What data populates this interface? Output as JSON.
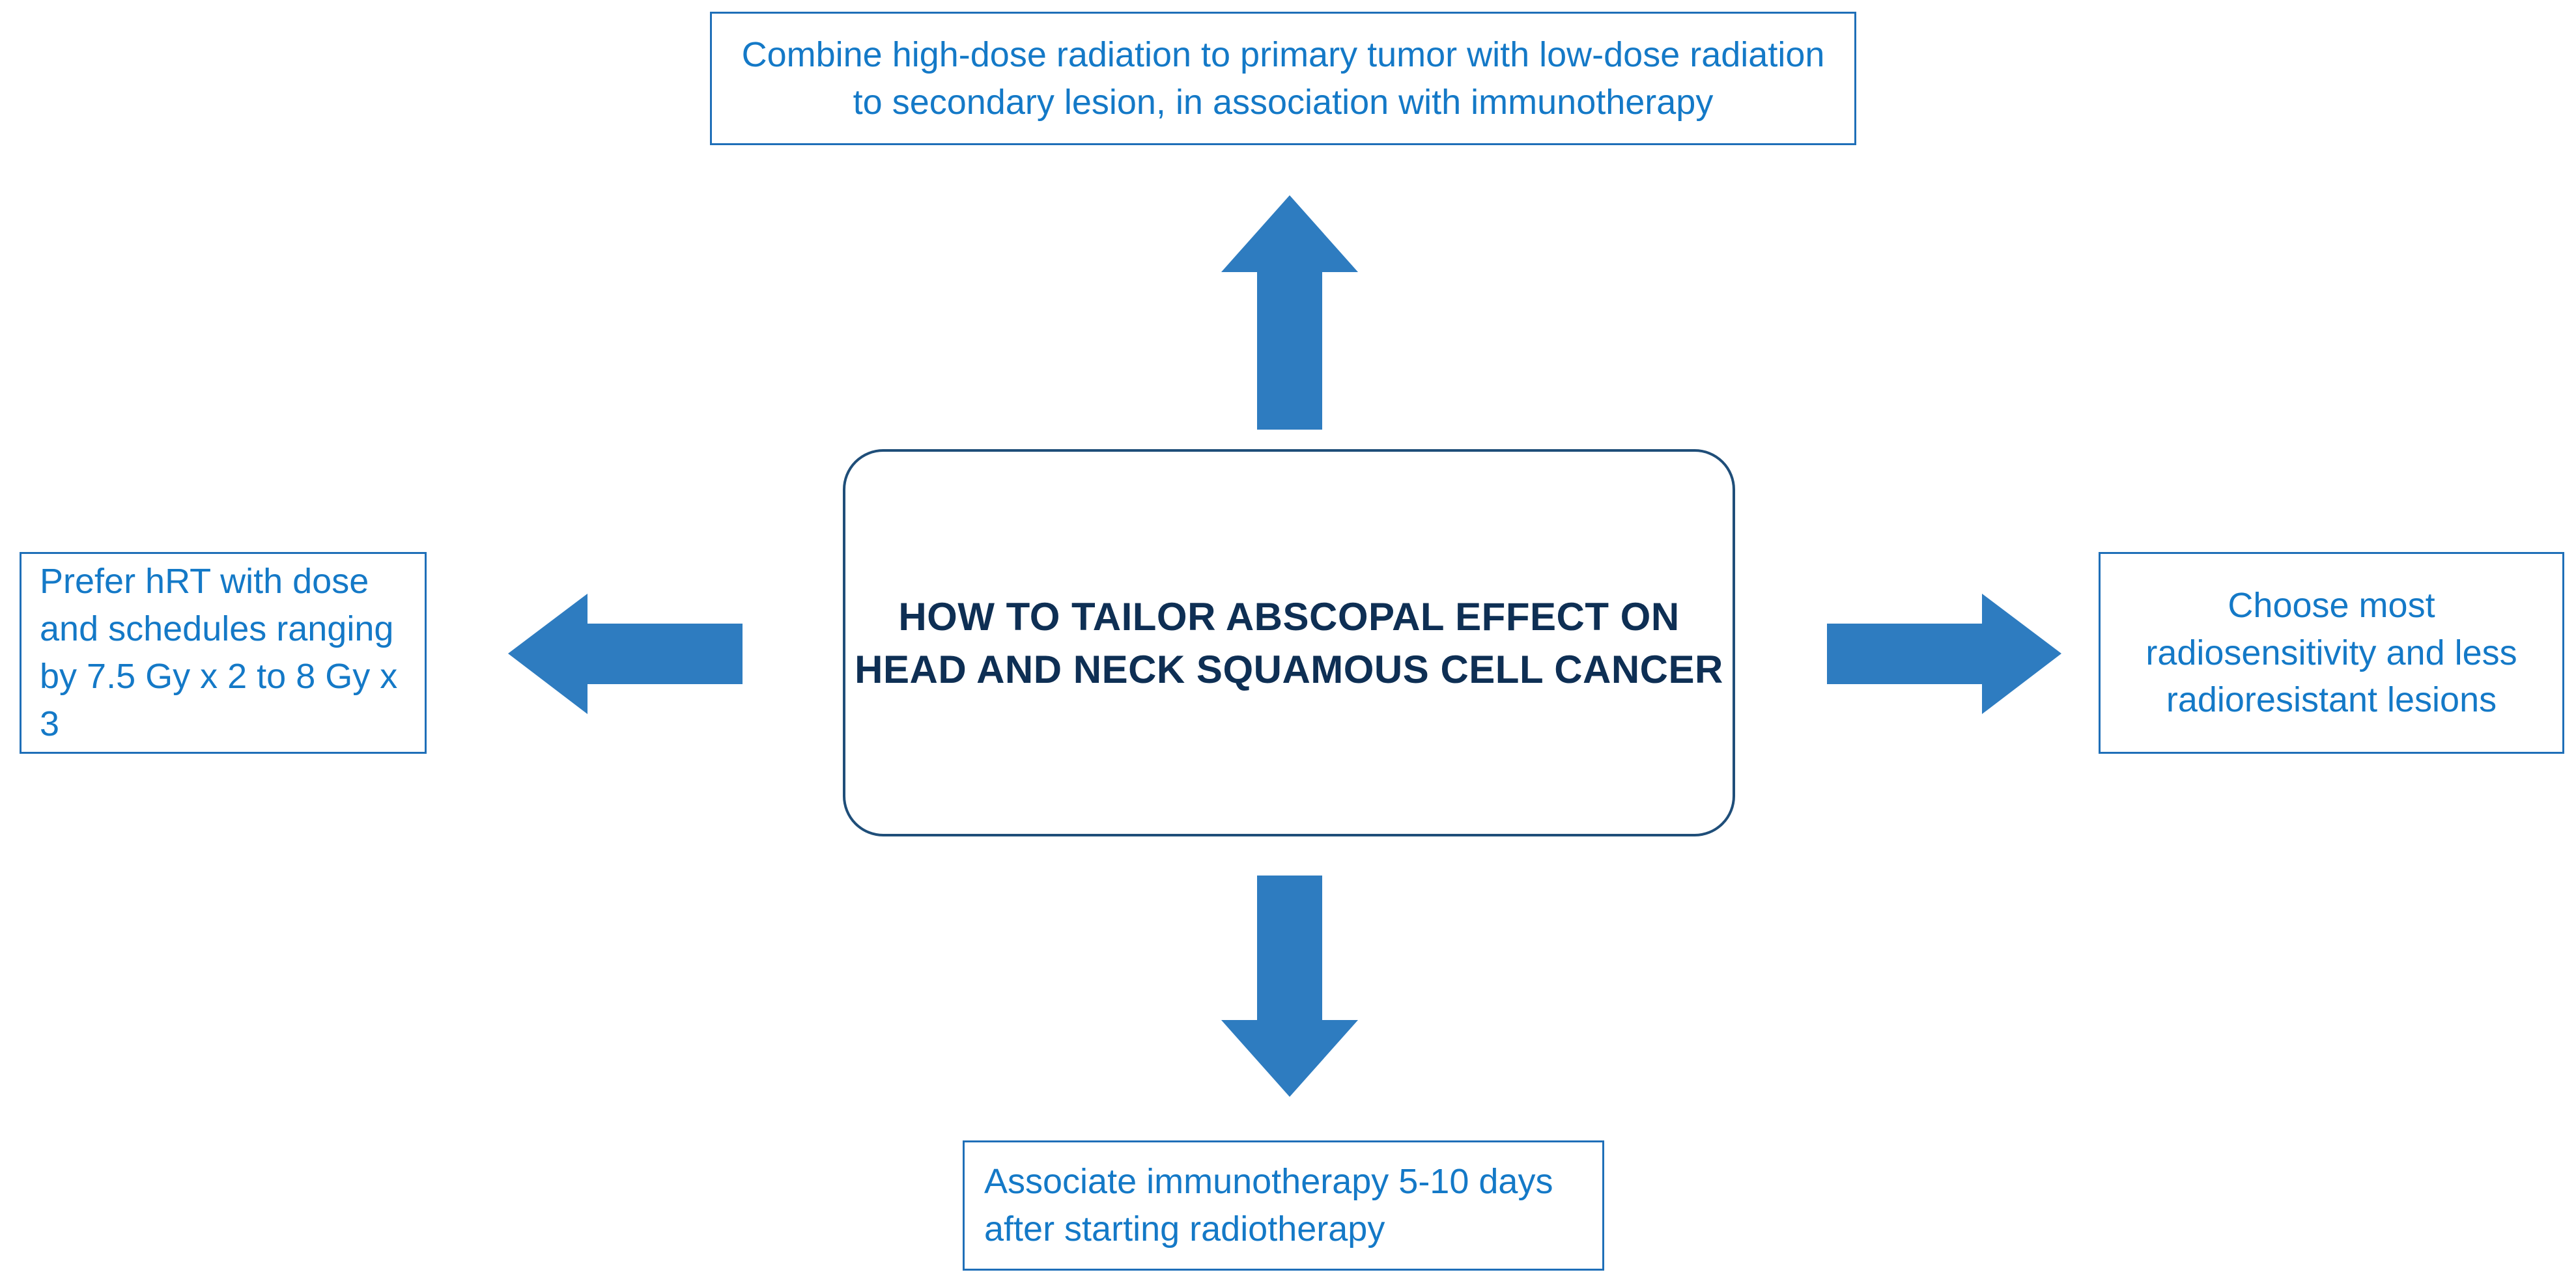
{
  "diagram": {
    "title_center": "How to tailor abscopal effect on head and neck squamous cell cancer",
    "accent_color": "#1F6FB8",
    "box_text_color": "#1479C7",
    "center_text_color": "#0E2F54",
    "boxes": {
      "top": {
        "label": "Combine high-dose radiation to primary tumor with low-dose radiation to  secondary lesion, in association with immunotherapy"
      },
      "left": {
        "label": "Prefer  hRT with dose and schedules ranging by 7.5 Gy x 2 to 8 Gy x 3"
      },
      "right": {
        "label": "Choose most radiosensitivity  and less radioresistant lesions"
      },
      "bottom": {
        "label": "Associate immunotherapy 5-10 days after starting radiotherapy"
      },
      "center": {
        "label": "HOW TO TAILOR ABSCOPAL EFFECT ON HEAD AND NECK SQUAMOUS CELL CANCER"
      }
    },
    "arrows": {
      "up": "arrow-up",
      "down": "arrow-down",
      "left": "arrow-left",
      "right": "arrow-right"
    }
  }
}
